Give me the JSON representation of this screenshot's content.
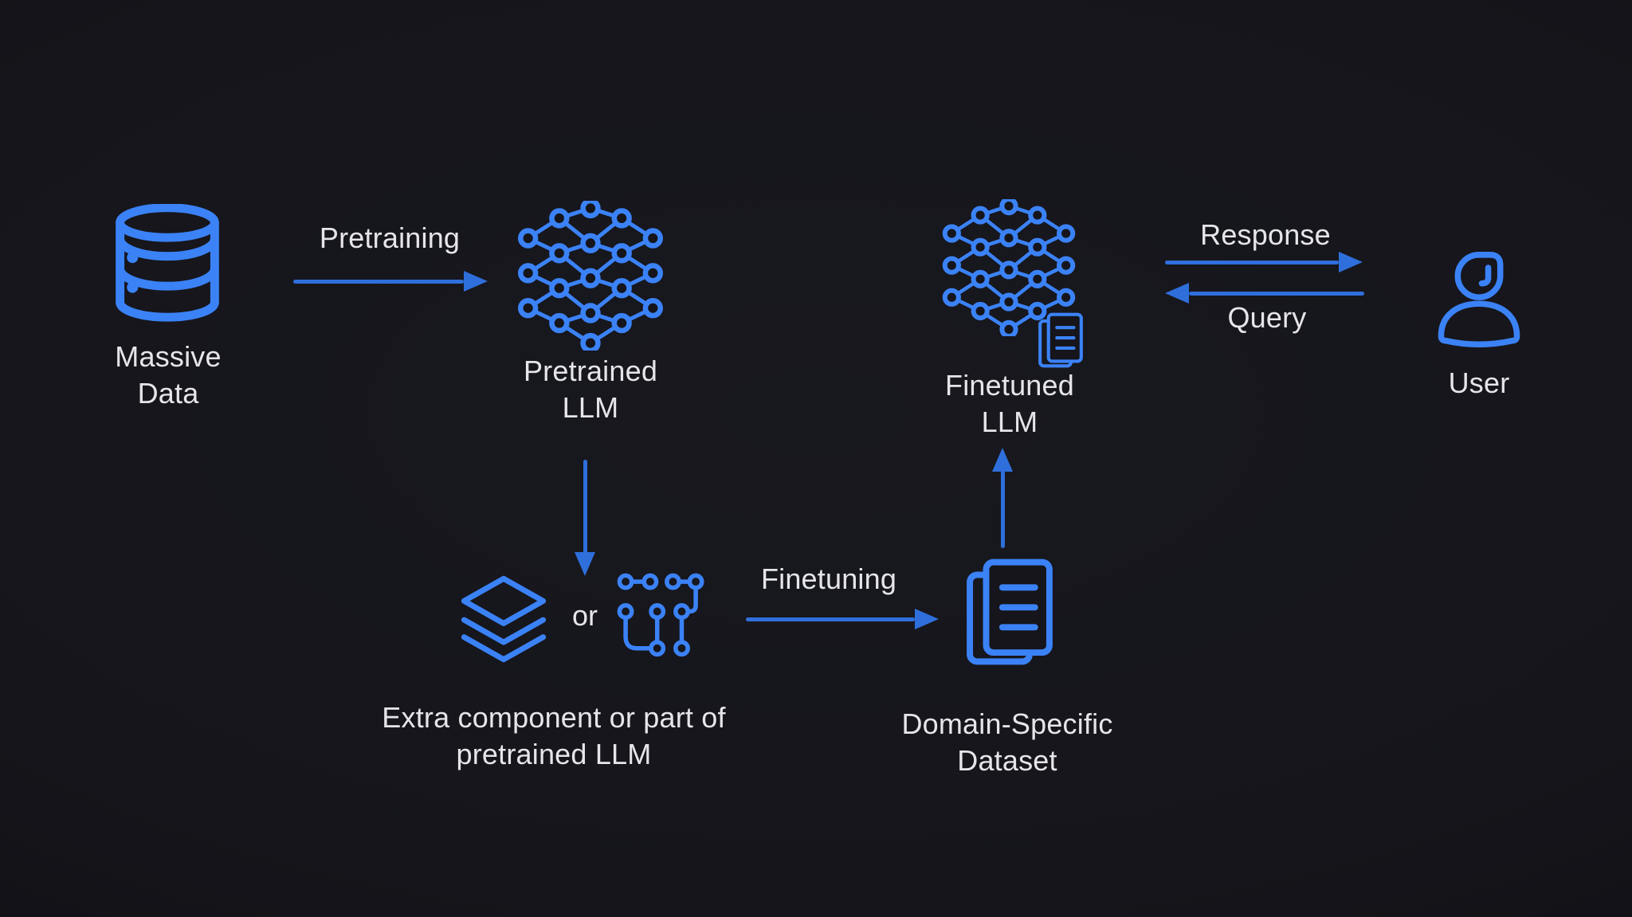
{
  "colors": {
    "background": "#15151b",
    "accent": "#3b82f6",
    "arrow": "#2f6fdc",
    "text": "#e6e6ea"
  },
  "nodes": {
    "massive_data": {
      "label": "Massive\nData",
      "icon": "database-icon"
    },
    "pretrained_llm": {
      "label": "Pretrained\nLLM",
      "icon": "neural-network-icon"
    },
    "extra_component": {
      "label": "Extra component or part of\npretrained LLM",
      "separator": "or",
      "icons": [
        "layers-icon",
        "circuit-icon"
      ]
    },
    "domain_dataset": {
      "label": "Domain-Specific\nDataset",
      "icon": "documents-icon"
    },
    "finetuned_llm": {
      "label": "Finetuned\nLLM",
      "icons": [
        "neural-network-icon",
        "document-icon"
      ]
    },
    "user": {
      "label": "User",
      "icon": "user-icon"
    }
  },
  "edges": {
    "pretraining": {
      "label": "Pretraining",
      "direction": "right"
    },
    "adapt": {
      "direction": "down"
    },
    "finetuning": {
      "label": "Finetuning",
      "direction": "right"
    },
    "train": {
      "direction": "up"
    },
    "response": {
      "label": "Response",
      "direction": "right"
    },
    "query": {
      "label": "Query",
      "direction": "left"
    }
  }
}
